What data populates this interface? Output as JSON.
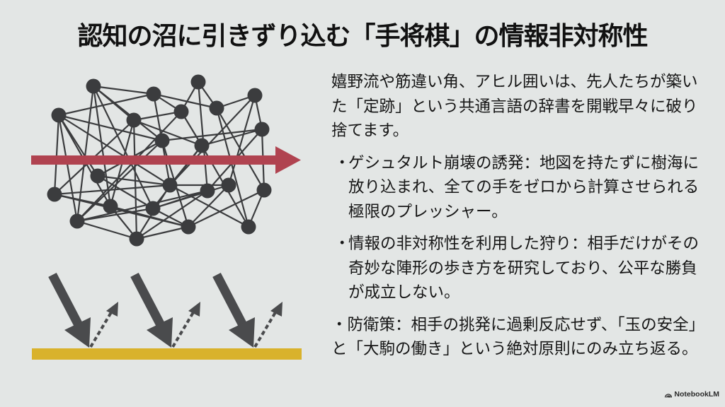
{
  "slide": {
    "title": "認知の沼に引きずり込む「手将棋」の情報非対称性",
    "intro": "嬉野流や筋違い角、アヒル囲いは、先人たちが築いた「定跡」という共通言語の辞書を開戦早々に破り捨てます。",
    "bullets": [
      {
        "marker": "・",
        "text": "ゲシュタルト崩壊の誘発：地図を持たずに樹海に放り込まれ、全ての手をゼロから計算させられる極限のプレッシャー。"
      },
      {
        "marker": "・",
        "text": "情報の非対称性を利用した狩り：相手だけがその奇妙な陣形の歩き方を研究しており、公平な勝負が成立しない。"
      },
      {
        "text": "・防衛策：相手の挑発に過剰反応せず、「玉の安全」と「大駒の働き」という絶対原則にのみ立ち返る。"
      }
    ]
  },
  "illustration": {
    "network_icon": "tangled-network-icon",
    "arrow_icon": "right-arrow-icon",
    "deflection_icon": "deflected-arrows-icon",
    "colors": {
      "background": "#e3e6e5",
      "node": "#3b3c3e",
      "edge": "#3b3c3e",
      "arrow": "#b04350",
      "ground": "#d9b22c",
      "impact_arrow": "#4a4b4d"
    }
  },
  "branding": {
    "label": "NotebookLM",
    "icon": "notebooklm-logo-icon"
  }
}
